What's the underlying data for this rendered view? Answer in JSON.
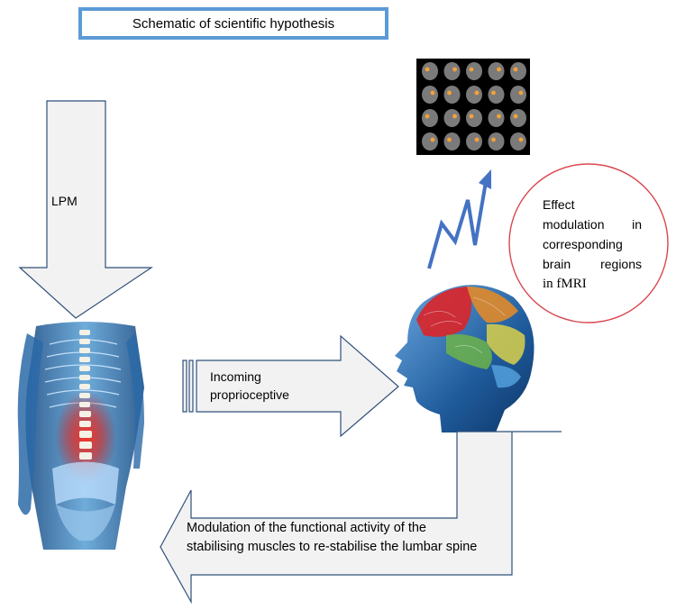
{
  "title": "Schematic of scientific hypothesis",
  "labels": {
    "lpm": "LPM",
    "incoming_line1": "Incoming",
    "incoming_line2": "proprioceptive",
    "modulation_line1": "Modulation of the functional activity of the",
    "modulation_line2": "stabilising muscles to re-stabilise the lumbar spine"
  },
  "effect": {
    "w1": "Effect",
    "w2": "modulation",
    "w3": "in",
    "w4": "corresponding",
    "w5": "brain",
    "w6": "regions",
    "w7": "in fMRI"
  },
  "colors": {
    "arrow_fill": "#f2f2f2",
    "arrow_stroke": "#2f4f7a",
    "title_border": "#5b9bd5",
    "circle_stroke": "#d9474f",
    "zigzag": "#4472c4"
  },
  "icons": [
    "torso-spine-illustration",
    "human-head-brain-illustration",
    "fmri-scan-grid",
    "signal-zigzag-icon"
  ]
}
